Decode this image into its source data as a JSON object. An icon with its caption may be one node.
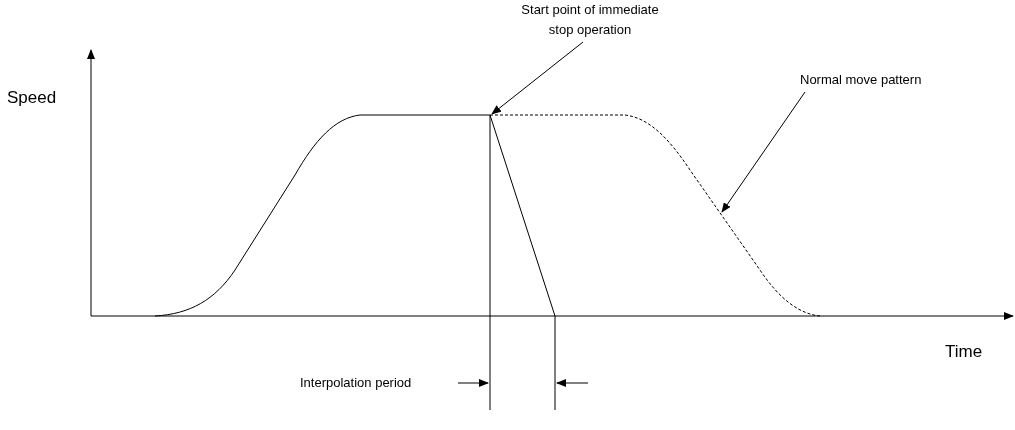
{
  "diagram": {
    "nodes": [
      {
        "text": [
          "Start point of immediate stop operation"
        ]
      },
      {
        "text": [
          "Normal move pattern"
        ]
      }
    ],
    "edges": [
      {
        "from": 0,
        "to": null,
        "arrow": "to"
      },
      {
        "from": 1,
        "to": null,
        "arrow": "to"
      }
    ],
    "labels": [
      "Speed",
      "Time",
      "Interpolation period"
    ]
  }
}
